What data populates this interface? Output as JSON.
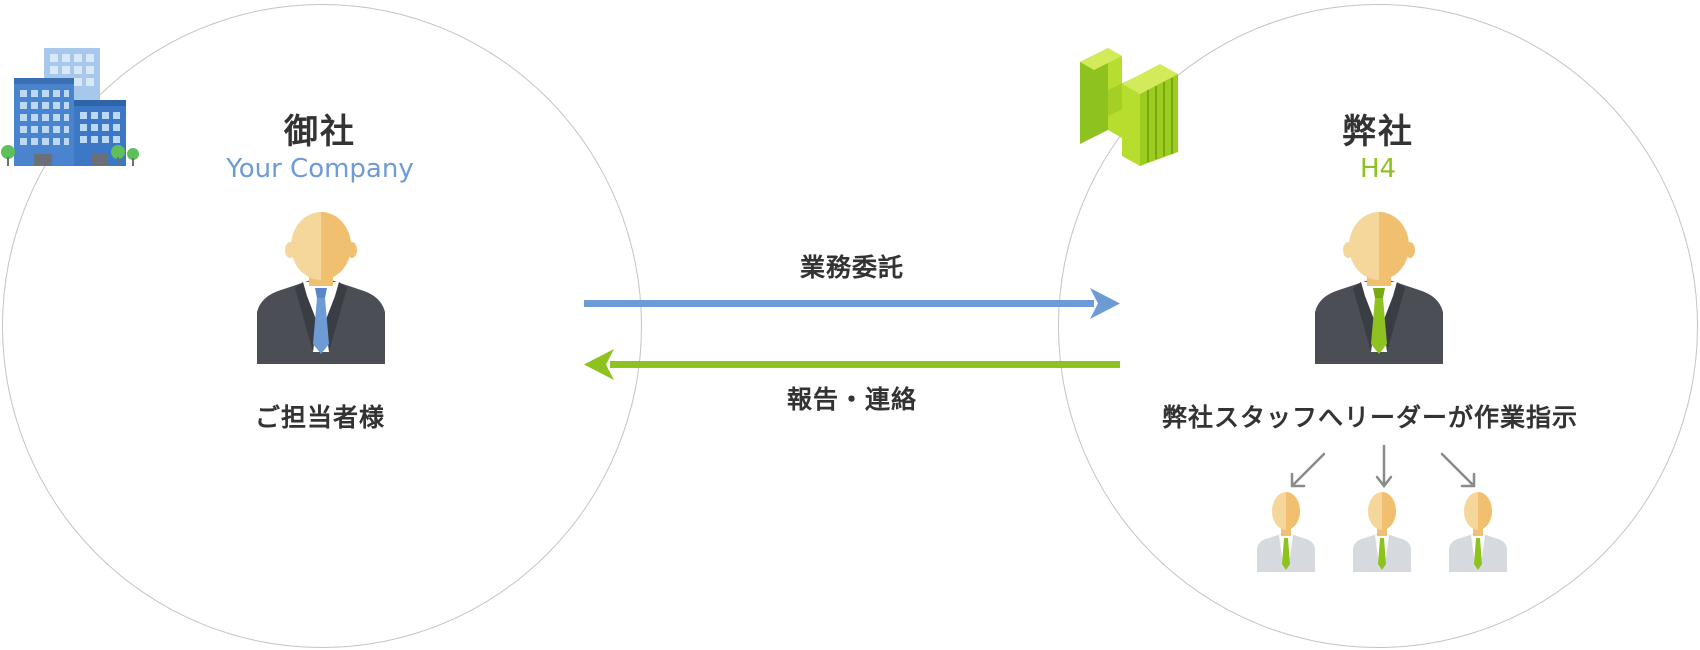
{
  "client": {
    "title": "御社",
    "subtitle": "Your Company",
    "person_label": "ご担当者様"
  },
  "provider": {
    "title": "弊社",
    "subtitle": "H4",
    "leader_label": "弊社スタッフへリーダーが作業指示"
  },
  "flows": {
    "request_label": "業務委託",
    "report_label": "報告・連絡"
  },
  "colors": {
    "client_blue": "#6e9bd6",
    "provider_green": "#8dc21f",
    "suit": "#4b4e55",
    "skin": "#f5d79b",
    "skin_shade": "#f0c070"
  },
  "icons": {
    "client_logo": "office-buildings-icon",
    "provider_logo": "h4-logo-icon",
    "person": "businessman-icon",
    "staff": "staff-member-icon"
  }
}
